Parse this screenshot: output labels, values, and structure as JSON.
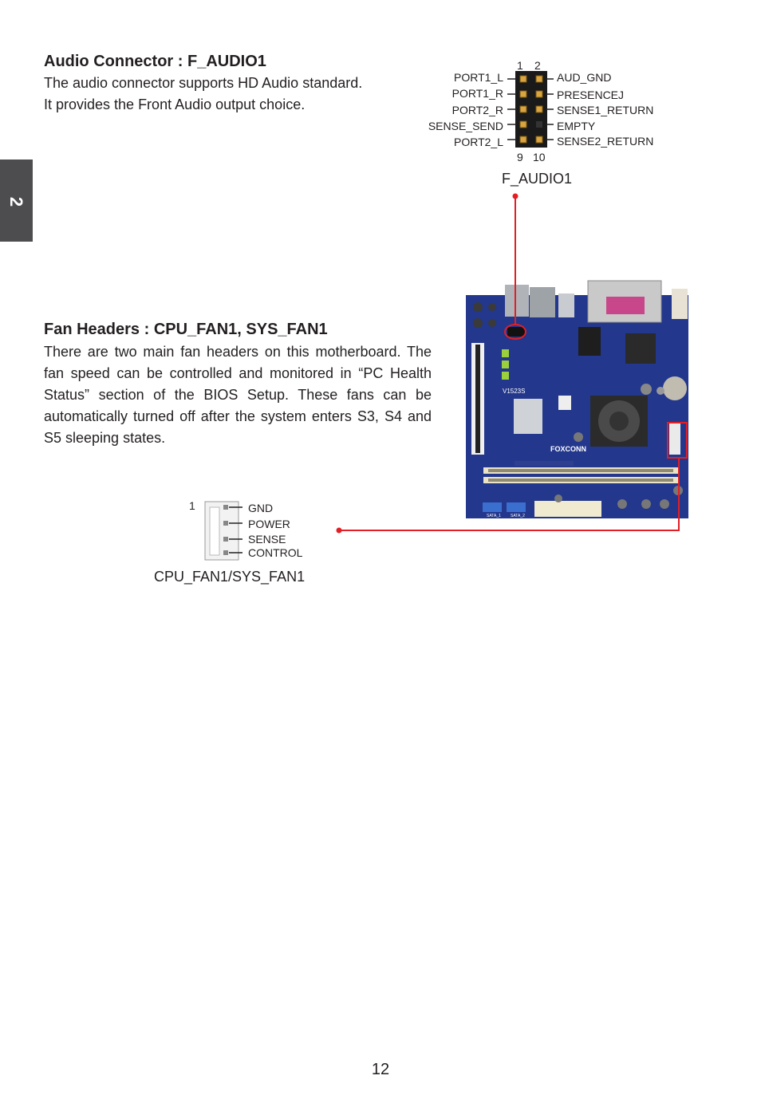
{
  "side_tab": {
    "label": "2"
  },
  "audio": {
    "heading": "Audio Connector : F_AUDIO1",
    "line1": "The audio connector supports HD Audio standard.",
    "line2": "It provides the Front Audio output choice.",
    "pin_top_left": "1",
    "pin_top_right": "2",
    "pin_bottom_left": "9",
    "pin_bottom_right": "10",
    "left_pins": [
      "PORT1_L",
      "PORT1_R",
      "PORT2_R",
      "SENSE_SEND",
      "PORT2_L"
    ],
    "right_pins": [
      "AUD_GND",
      "PRESENCEJ",
      "SENSE1_RETURN",
      "EMPTY",
      "SENSE2_RETURN"
    ],
    "caption": "F_AUDIO1"
  },
  "fan": {
    "heading": "Fan Headers : CPU_FAN1, SYS_FAN1",
    "paragraph": "There are two main fan headers on this motherboard. The fan speed can be controlled and monitored in “PC Health Status” section of the BIOS Setup. These fans can be automatically turned off after the system enters S3, S4 and S5 sleeping states.",
    "pin_one": "1",
    "pins": [
      "GND",
      "POWER",
      "SENSE",
      "CONTROL"
    ],
    "caption": "CPU_FAN1/SYS_FAN1"
  },
  "board": {
    "model_label": "V1523S",
    "brand_label": "FOXCONN",
    "sata_labels": [
      "SATA_1",
      "SATA_2"
    ]
  },
  "colors": {
    "callout": "#e31e24",
    "board": "#23378c",
    "tab": "#4d4d4f"
  },
  "page_number": "12"
}
